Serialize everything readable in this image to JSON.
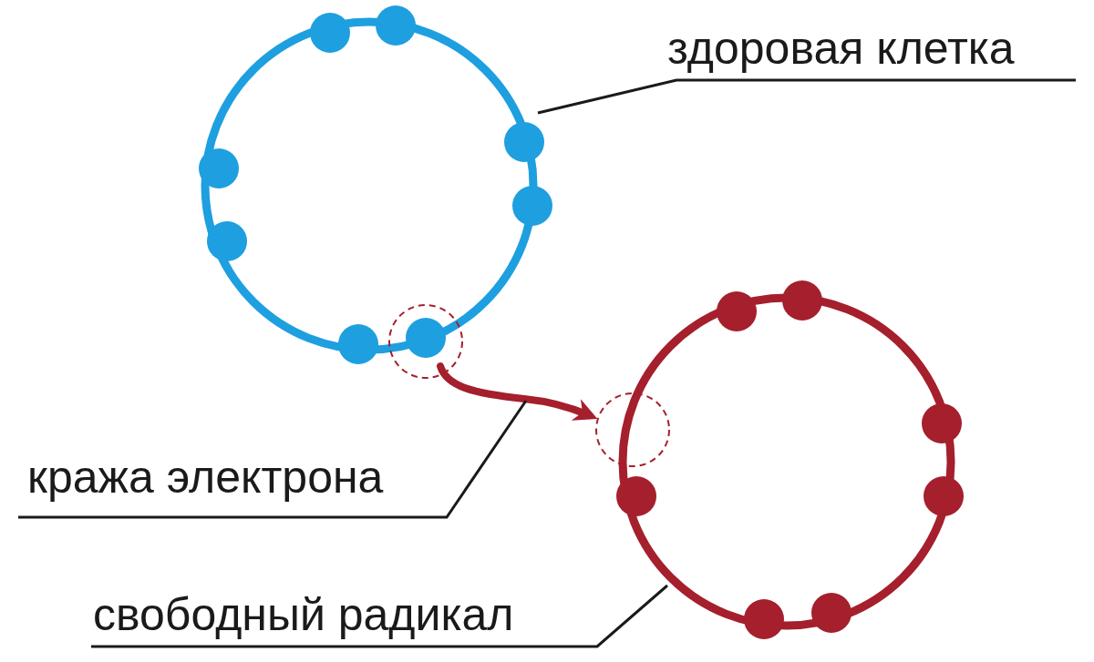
{
  "diagram": {
    "labels": [
      "здоровая клетка",
      "кража электрона",
      "свободный радикал"
    ]
  }
}
